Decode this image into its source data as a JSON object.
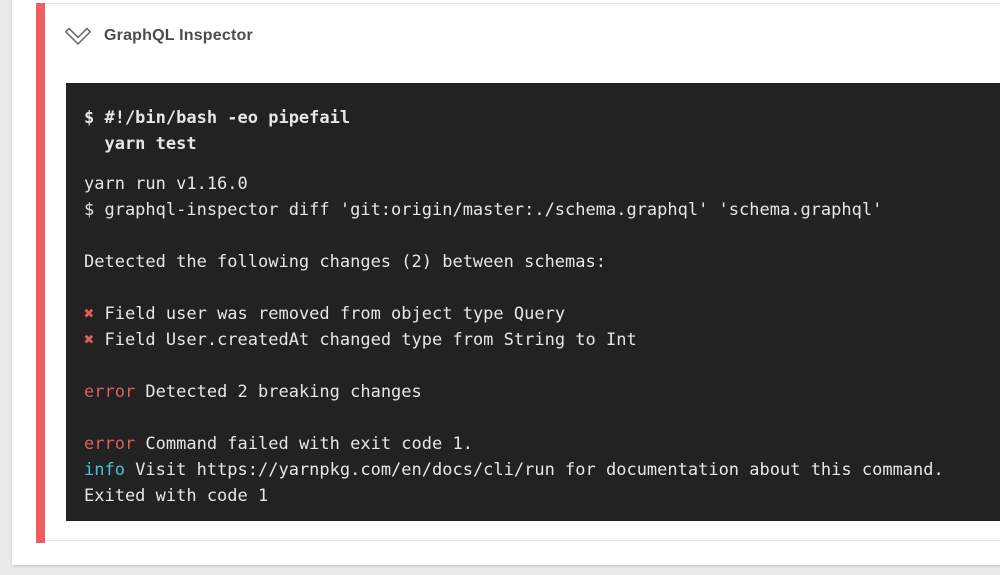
{
  "header": {
    "title": "GraphQL Inspector"
  },
  "colors": {
    "accent_red": "#ee5e5e",
    "terminal_bg": "#222222",
    "terminal_text": "#e6e6e6",
    "error_red": "#df5e5c",
    "info_cyan": "#4ac0d5",
    "title_gray": "#4b4b4b"
  },
  "terminal": {
    "command_lines": [
      "$ #!/bin/bash -eo pipefail",
      "  yarn test"
    ],
    "output_lines": [
      [
        {
          "text": "yarn run v1.16.0"
        }
      ],
      [
        {
          "text": "$ graphql-inspector diff 'git:origin/master:./schema.graphql' 'schema.graphql'"
        }
      ],
      [],
      [
        {
          "text": "Detected the following changes (2) between schemas:"
        }
      ],
      [],
      [
        {
          "text": "✖",
          "color": "error_red"
        },
        {
          "text": " Field user was removed from object type Query"
        }
      ],
      [
        {
          "text": "✖",
          "color": "error_red"
        },
        {
          "text": " Field User.createdAt changed type from String to Int"
        }
      ],
      [],
      [
        {
          "text": "error",
          "color": "error_red"
        },
        {
          "text": " Detected 2 breaking changes"
        }
      ],
      [],
      [
        {
          "text": "error",
          "color": "error_red"
        },
        {
          "text": " Command failed with exit code 1."
        }
      ],
      [
        {
          "text": "info",
          "color": "info_cyan"
        },
        {
          "text": " Visit https://yarnpkg.com/en/docs/cli/run for documentation about this command."
        }
      ],
      [
        {
          "text": "Exited with code 1"
        }
      ]
    ]
  }
}
